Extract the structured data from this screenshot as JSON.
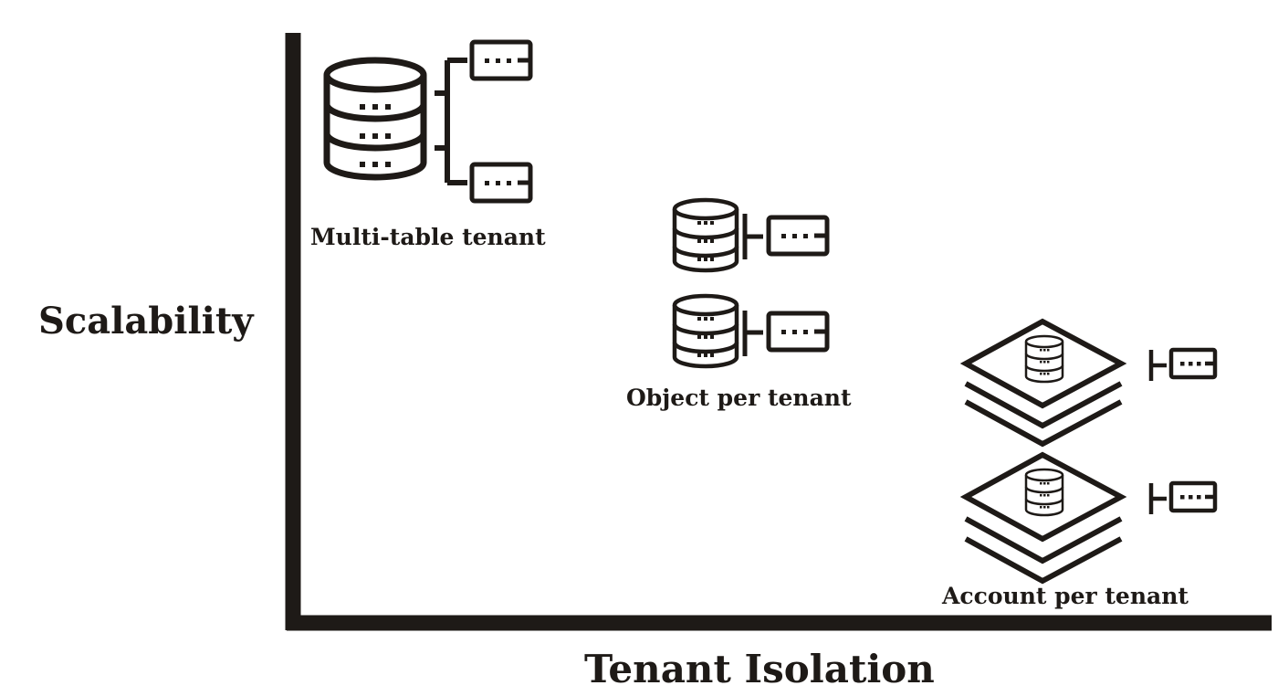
{
  "axes": {
    "y_label": "Scalability",
    "x_label": "Tenant Isolation"
  },
  "models": [
    {
      "id": "multi-table",
      "label": "Multi-table tenant",
      "icon": "database-with-two-tables-icon"
    },
    {
      "id": "object",
      "label": "Object per tenant",
      "icon": "database-per-table-icon"
    },
    {
      "id": "account",
      "label": "Account per tenant",
      "icon": "stacked-account-layers-icon"
    }
  ],
  "colors": {
    "ink": "#1e1a17",
    "background": "#ffffff"
  }
}
